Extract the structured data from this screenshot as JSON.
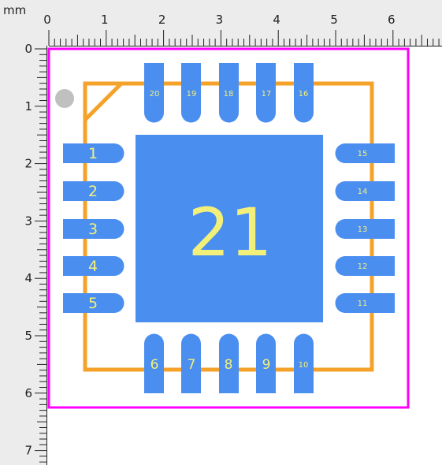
{
  "units_label": "mm",
  "ruler": {
    "x_labels": [
      "0",
      "1",
      "2",
      "3",
      "4",
      "5",
      "6"
    ],
    "y_labels": [
      "0",
      "1",
      "2",
      "3",
      "4",
      "5",
      "6",
      "7"
    ]
  },
  "colors": {
    "ruler_bg": "#ececec",
    "ruler_tick": "#222222",
    "board_border": "#ff00ff",
    "silkscreen": "#f5a22a",
    "pad": "#4a8ef0",
    "pin_label": "#f2f07a",
    "pin1_marker": "#c0c0c0",
    "canvas_bg": "#ffffff"
  },
  "component": {
    "thermal_pad_label": "21",
    "pins_left": [
      "1",
      "2",
      "3",
      "4",
      "5"
    ],
    "pins_bottom": [
      "6",
      "7",
      "8",
      "9",
      "10"
    ],
    "pins_right": [
      "11",
      "12",
      "13",
      "14",
      "15"
    ],
    "pins_top": [
      "16",
      "17",
      "18",
      "19",
      "20"
    ]
  }
}
